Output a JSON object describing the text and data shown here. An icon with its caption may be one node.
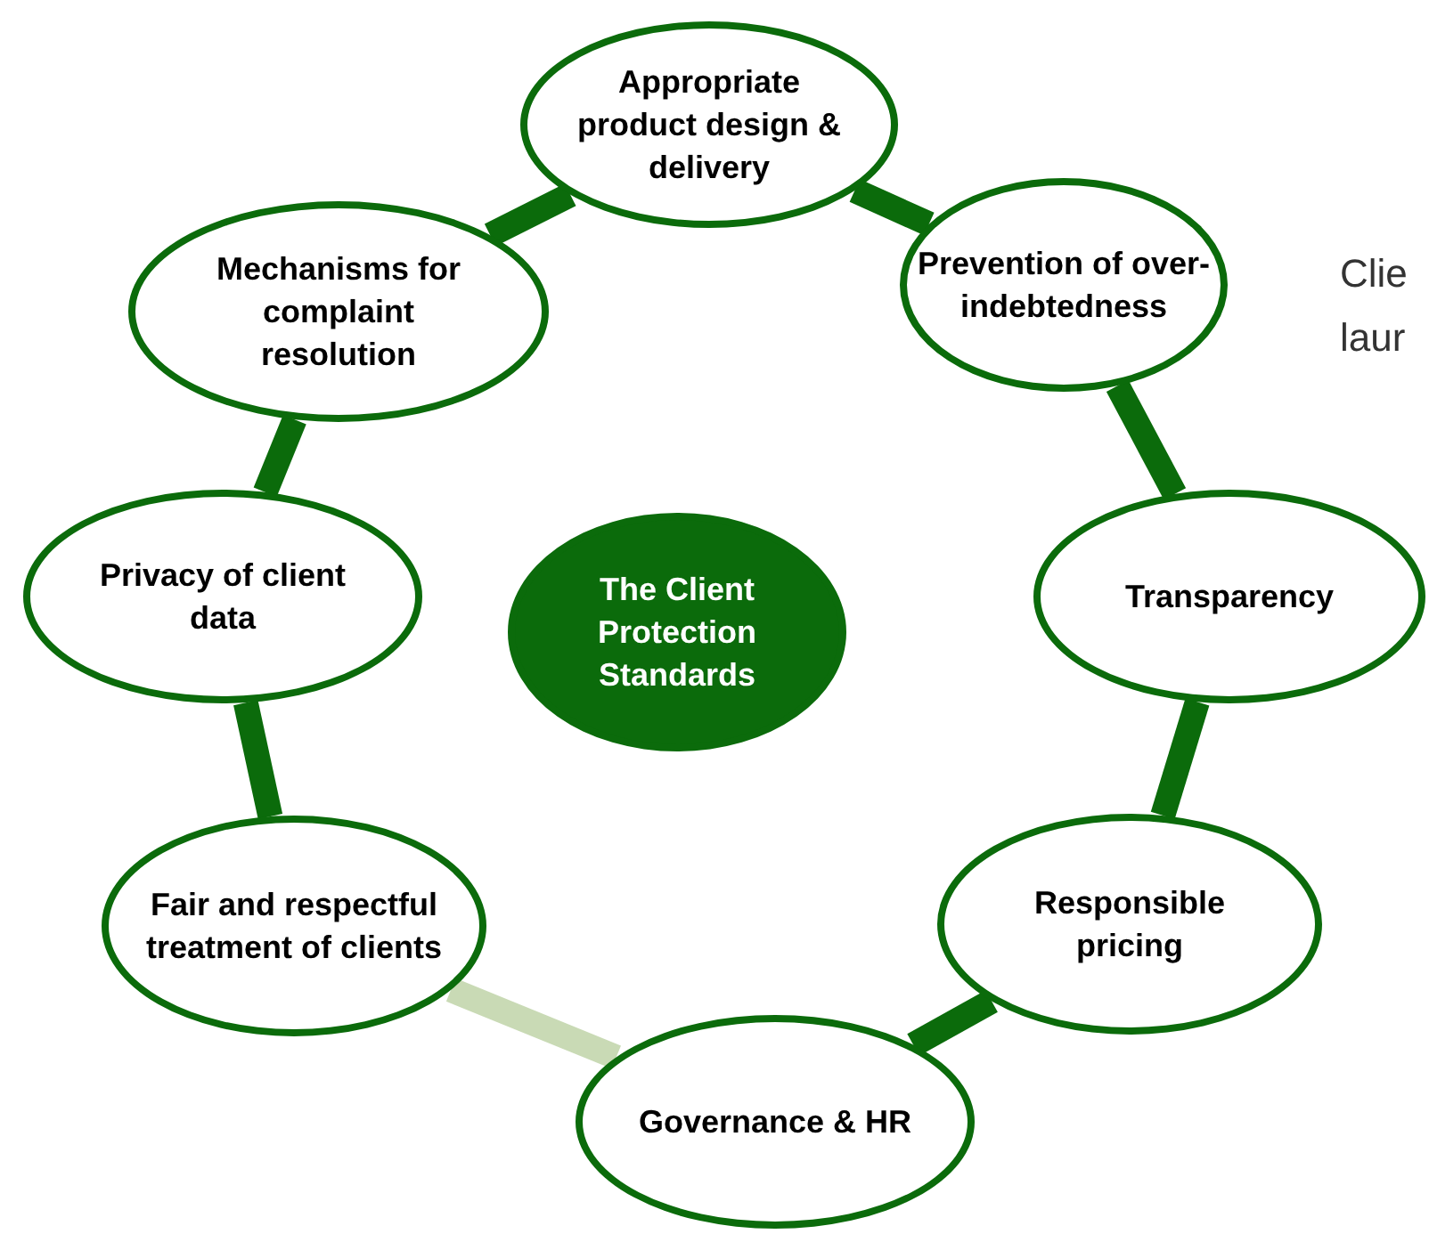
{
  "diagram": {
    "nodes": [
      {
        "text": [
          "Appropriate product design & delivery"
        ]
      },
      {
        "text": [
          "Mechanisms for complaint resolution"
        ]
      },
      {
        "text": [
          "Prevention of over-indebtedness"
        ]
      },
      {
        "text": [
          "Privacy of client data"
        ]
      },
      {
        "text": [
          "The Client Protection Standards"
        ]
      },
      {
        "text": [
          "Transparency"
        ]
      },
      {
        "text": [
          "Fair and respectful treatment of clients"
        ]
      },
      {
        "text": [
          "Responsible pricing"
        ]
      },
      {
        "text": [
          "Governance & HR"
        ]
      }
    ],
    "edges": [
      {
        "from": 0,
        "to": 2,
        "arrow": "none"
      },
      {
        "from": 2,
        "to": 5,
        "arrow": "none"
      },
      {
        "from": 5,
        "to": 7,
        "arrow": "none"
      },
      {
        "from": 7,
        "to": 8,
        "arrow": "none"
      },
      {
        "from": 8,
        "to": 6,
        "arrow": "none",
        "color": "#c9dab5"
      },
      {
        "from": 6,
        "to": 3,
        "arrow": "none"
      },
      {
        "from": 3,
        "to": 1,
        "arrow": "none"
      },
      {
        "from": 1,
        "to": 0,
        "arrow": "none"
      }
    ],
    "labels": [
      "Clie",
      "laur"
    ]
  }
}
